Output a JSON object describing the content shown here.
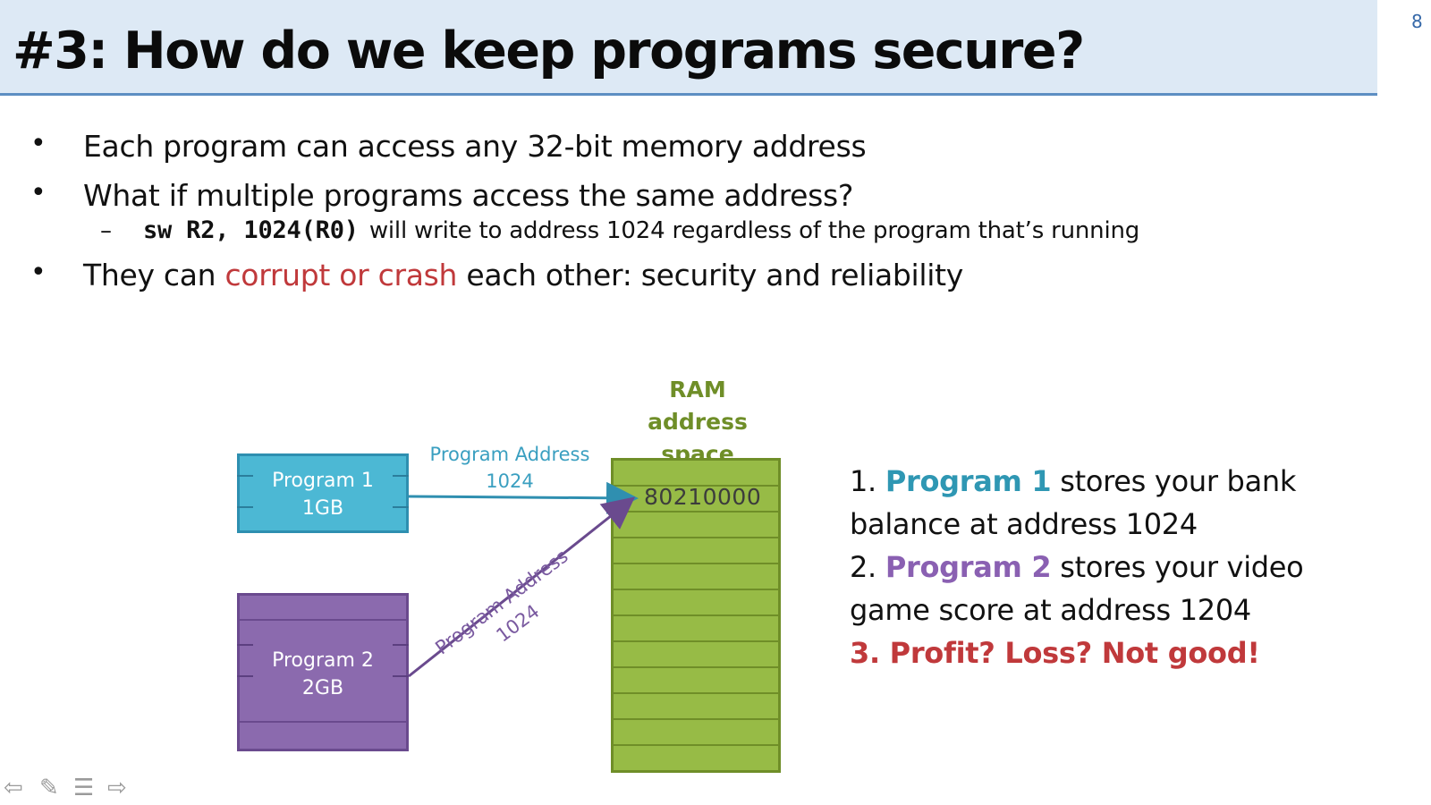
{
  "header": {
    "title": "#3: How do we keep programs secure?",
    "page_number": "8"
  },
  "bullets": {
    "b1": "Each program can access any 32-bit memory address",
    "b2": "What if multiple programs access the same address?",
    "sub_dash": "–",
    "sub_code": "sw R2, 1024(R0)",
    "sub_text": "will write to address 1024 regardless of the program that’s running",
    "b3_pre": "They can ",
    "b3_red": "corrupt or crash",
    "b3_post": " each other: security and reliability"
  },
  "diagram": {
    "ram_title_1": "RAM",
    "ram_title_2": "address space",
    "program1_line1": "Program 1",
    "program1_line2": "1GB",
    "program2_line1": "Program 2",
    "program2_line2": "2GB",
    "arrow1_line1": "Program Address",
    "arrow1_line2": "1024",
    "arrow2_line1": "Program Address",
    "arrow2_line2": "1024",
    "ram_cell_value": "80210000",
    "colors": {
      "program1": "#4cb8d4",
      "program2": "#8b6aae",
      "ram": "#97bb46",
      "ram_label": "#6f8e28"
    }
  },
  "steps": {
    "s1_num": "1. ",
    "s1_prog": "Program 1",
    "s1_rest": " stores your bank",
    "s1_line2": "balance at address 1024",
    "s2_num": "2. ",
    "s2_prog": "Program 2",
    "s2_rest": " stores your video",
    "s2_line2": "game score at address 1204",
    "s3": "3. Profit? Loss? Not good!"
  },
  "nav": {
    "back_icon": "arrow-left-icon",
    "pen_icon": "pen-icon",
    "menu_icon": "menu-icon",
    "forward_icon": "arrow-right-icon"
  }
}
